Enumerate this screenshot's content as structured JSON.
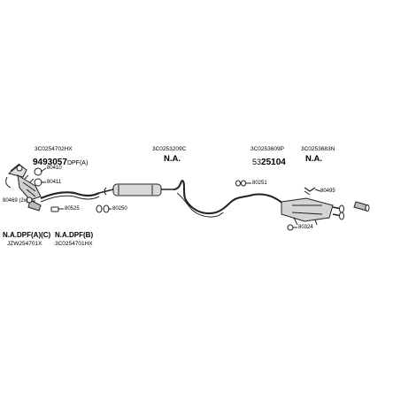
{
  "labels": {
    "p1_oe": "3C0254702HX",
    "p1_num_bold": "9493057",
    "p1_num_suffix": "DPF(A)",
    "p2_oe": "3C0253209C",
    "p2_val": "N.A.",
    "p3_oe": "3C0253609P",
    "p3_num_prefix": "53",
    "p3_num_bold": "25104",
    "p4_oe": "3C0253683N",
    "p4_val": "N.A.",
    "b1_val": "N.A.DPF(A)(C)",
    "b1_oe": "JZW254701X",
    "b2_val": "N.A.DPF(B)",
    "b2_oe": "3C0254701HX"
  },
  "parts": {
    "p80410": "80410",
    "p80411": "80411",
    "p80469": "80469 (2x)",
    "p80525": "80525",
    "p80250": "80250",
    "p80251": "80251",
    "p80495": "80495",
    "p80324": "80324"
  }
}
